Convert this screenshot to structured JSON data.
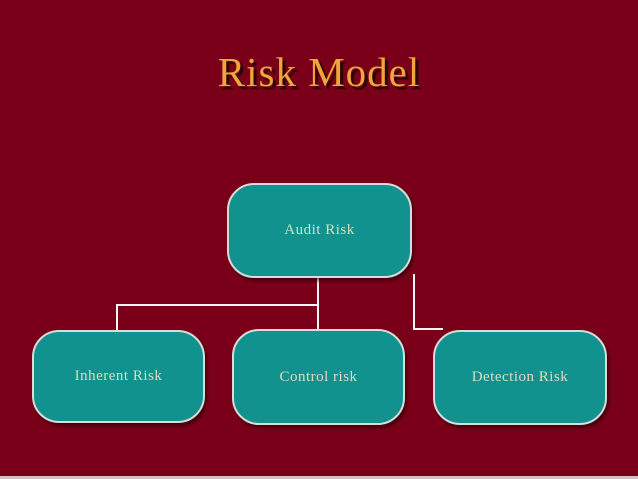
{
  "slide": {
    "title": "Risk Model",
    "colors": {
      "background": "#7A0019",
      "title_text": "#F0A53C",
      "title_shadow": "#260600",
      "node_fill": "#11928E",
      "node_border": "#DBDBDB",
      "node_text": "#D9DEBB",
      "connector": "#F5F5F5",
      "footer_strip": "#D6C0C8"
    }
  },
  "diagram": {
    "type": "hierarchy",
    "root": {
      "label": "Audit Risk"
    },
    "children": [
      {
        "label": "Inherent Risk"
      },
      {
        "label": "Control risk"
      },
      {
        "label": "Detection Risk"
      }
    ]
  }
}
